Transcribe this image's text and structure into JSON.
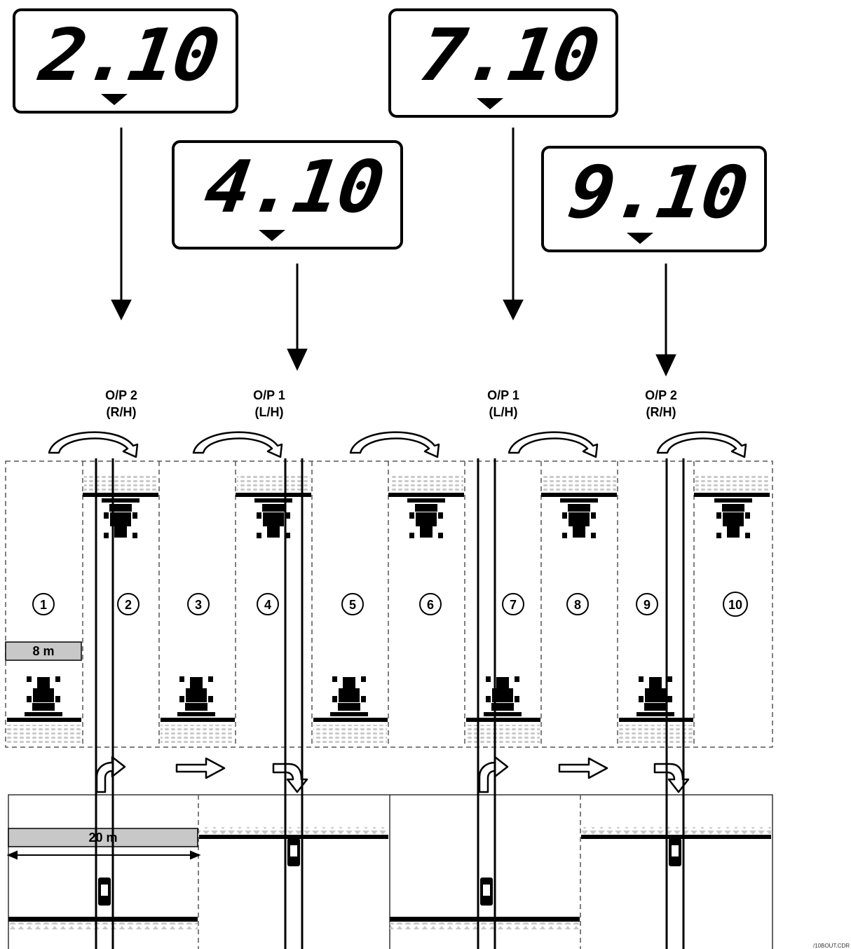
{
  "displays": [
    {
      "id": "d1",
      "value": "2.10"
    },
    {
      "id": "d2",
      "value": "4.10"
    },
    {
      "id": "d3",
      "value": "7.10"
    },
    {
      "id": "d4",
      "value": "9.10"
    }
  ],
  "outputs": [
    {
      "line1": "O/P 2",
      "line2": "(R/H)"
    },
    {
      "line1": "O/P 1",
      "line2": "(L/H)"
    },
    {
      "line1": "O/P 1",
      "line2": "(L/H)"
    },
    {
      "line1": "O/P 2",
      "line2": "(R/H)"
    }
  ],
  "strips": [
    "1",
    "2",
    "3",
    "4",
    "5",
    "6",
    "7",
    "8",
    "9",
    "10"
  ],
  "labels": {
    "width_small": "8 m",
    "width_large": "20 m",
    "file_code": "/10BOUT.CDR"
  }
}
